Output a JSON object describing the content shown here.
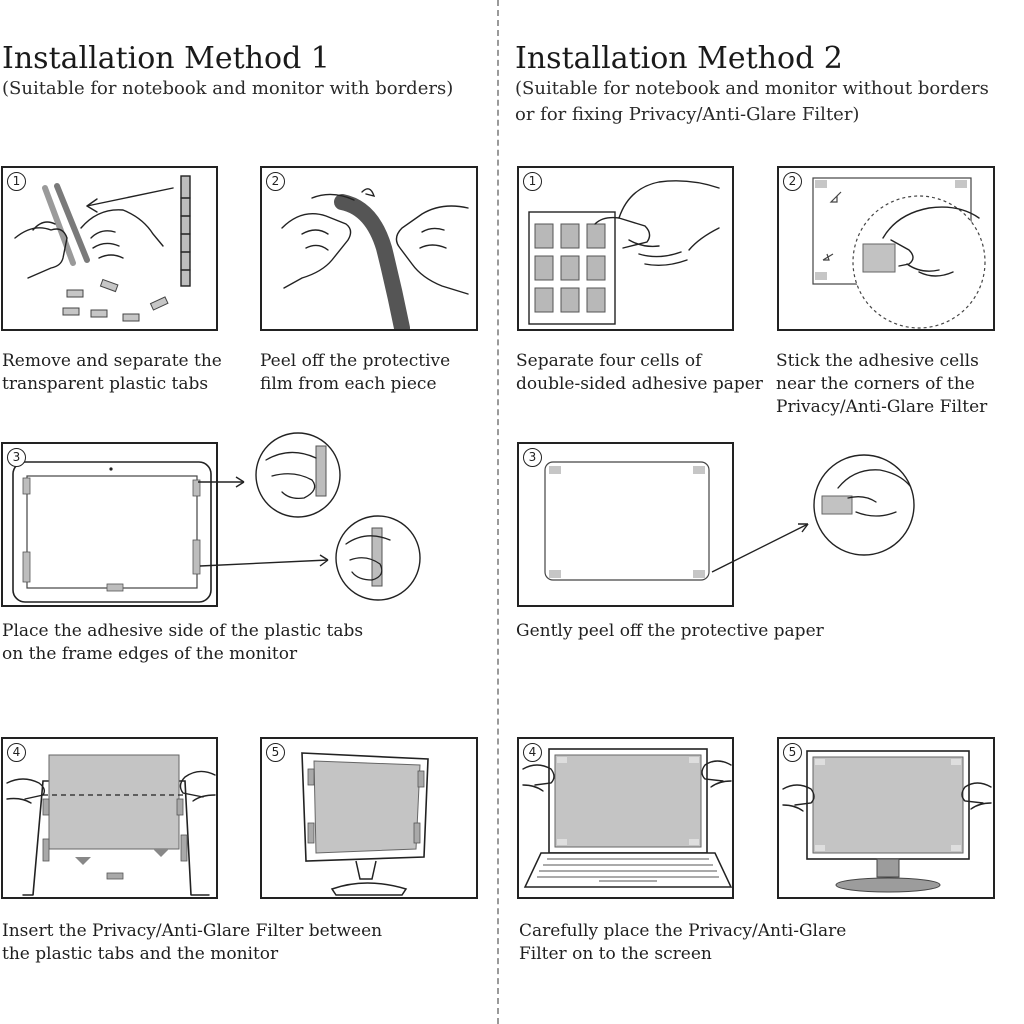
{
  "method1": {
    "title": "Installation Method 1",
    "subtitle": "(Suitable for notebook and monitor with borders)",
    "steps": [
      {
        "num": "1",
        "caption": [
          "Remove and separate the",
          "transparent plastic tabs"
        ]
      },
      {
        "num": "2",
        "caption": [
          "Peel off the protective",
          "film from each piece"
        ]
      },
      {
        "num": "3",
        "caption": [
          "Place the adhesive side of the plastic tabs",
          "on the frame edges of the monitor"
        ]
      },
      {
        "num": "4",
        "caption": [
          "Insert the Privacy/Anti-Glare Filter between",
          "the plastic tabs and the monitor"
        ]
      },
      {
        "num": "5",
        "caption": []
      }
    ]
  },
  "method2": {
    "title": "Installation Method 2",
    "subtitle": [
      "(Suitable for notebook and monitor without borders",
      "or for fixing Privacy/Anti-Glare Filter)"
    ],
    "steps": [
      {
        "num": "1",
        "caption": [
          "Separate four cells of",
          "double-sided adhesive paper"
        ]
      },
      {
        "num": "2",
        "caption": [
          "Stick the adhesive cells",
          "near the corners of the",
          "Privacy/Anti-Glare Filter"
        ]
      },
      {
        "num": "3",
        "caption": [
          "Gently peel off the protective paper"
        ]
      },
      {
        "num": "4",
        "caption": [
          "Carefully place the Privacy/Anti-Glare",
          "Filter on to the screen"
        ]
      },
      {
        "num": "5",
        "caption": []
      }
    ]
  },
  "colors": {
    "line": "#222222",
    "tab": "#b5b5b5",
    "filter": "#c9c9c9",
    "divider": "#9a9a9a"
  }
}
